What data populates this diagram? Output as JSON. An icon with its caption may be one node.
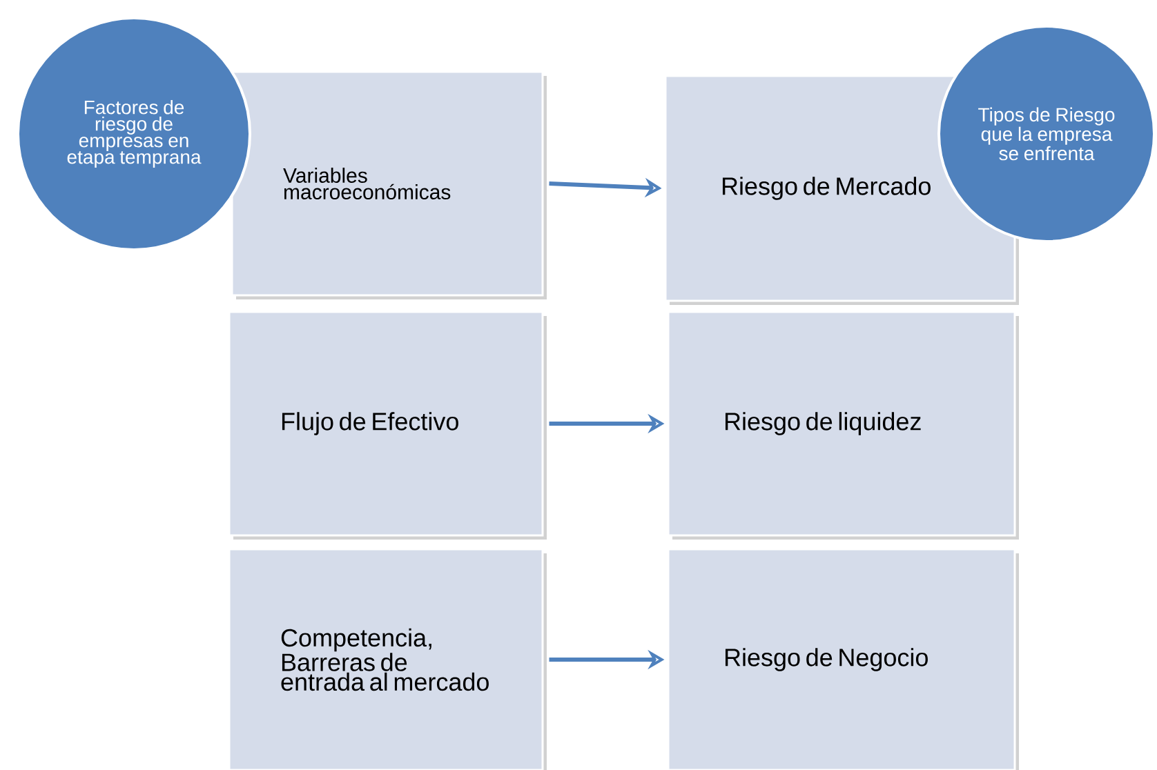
{
  "diagram": {
    "nodes": [
      {
        "text": [
          "Factores de riesgo de empresas en etapa temprana"
        ]
      },
      {
        "text": [
          "Variables macroeconómicas"
        ]
      },
      {
        "text": [
          "Riesgo de Mercado"
        ]
      },
      {
        "text": [
          "Tipos de Riesgo que la empresa se enfrenta"
        ]
      },
      {
        "text": [
          "Flujo de Efectivo"
        ]
      },
      {
        "text": [
          "Riesgo de liquidez"
        ]
      },
      {
        "text": [
          "Competencia, Barreras de entrada al mercado"
        ]
      },
      {
        "text": [
          "Riesgo de Negocio"
        ]
      }
    ],
    "edges": [
      {
        "from": 1,
        "to": 2,
        "arrow": "to"
      },
      {
        "from": 4,
        "to": 5,
        "arrow": "to"
      },
      {
        "from": 6,
        "to": 7,
        "arrow": "to"
      }
    ]
  }
}
